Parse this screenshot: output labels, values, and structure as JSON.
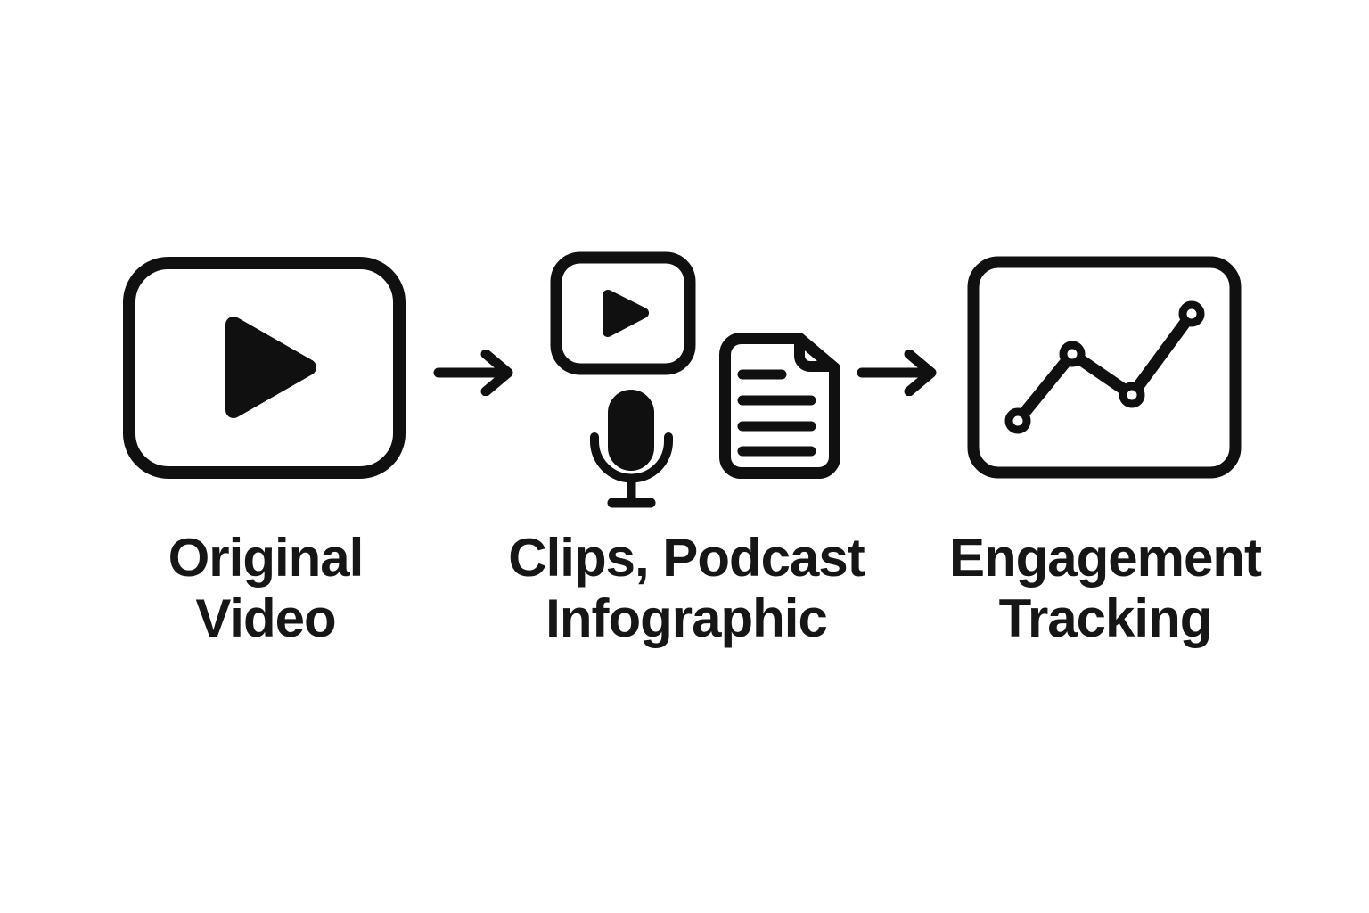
{
  "diagram": {
    "type": "flowchart",
    "colors": {
      "background": "#ffffff",
      "ink": "#101010",
      "text": "#161616"
    },
    "stages": [
      {
        "name": "original-video",
        "label_line1": "Original",
        "label_line2": "Video",
        "icons": [
          "video-player-icon"
        ]
      },
      {
        "name": "repurposed-content",
        "label_line1": "Clips, Podcast",
        "label_line2": "Infographic",
        "icons": [
          "video-clip-icon",
          "microphone-icon",
          "document-icon"
        ]
      },
      {
        "name": "engagement-tracking",
        "label_line1": "Engagement",
        "label_line2": "Tracking",
        "icons": [
          "line-chart-icon"
        ]
      }
    ],
    "connectors": [
      {
        "type": "arrow-right",
        "from": "original-video",
        "to": "repurposed-content"
      },
      {
        "type": "arrow-right",
        "from": "repurposed-content",
        "to": "engagement-tracking"
      }
    ]
  }
}
